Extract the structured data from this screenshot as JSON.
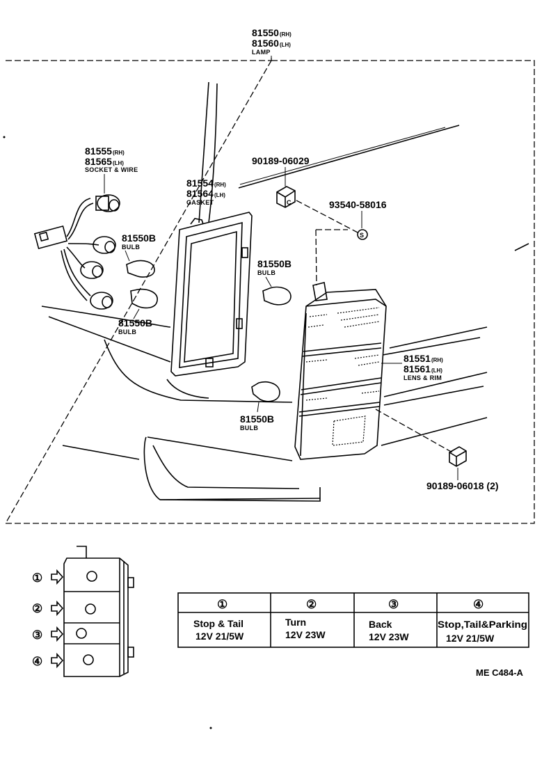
{
  "parts": {
    "lamp": {
      "number_rh": "81550",
      "suffix_rh": "(RH)",
      "number_lh": "81560",
      "suffix_lh": "(LH)",
      "name": "LAMP"
    },
    "socket_wire": {
      "number_rh": "81555",
      "suffix_rh": "(RH)",
      "number_lh": "81565",
      "suffix_lh": "(LH)",
      "name": "SOCKET & WIRE"
    },
    "gasket": {
      "number_rh": "81554",
      "suffix_rh": "(RH)",
      "number_lh": "81564",
      "suffix_lh": "(LH)",
      "name": "GASKET"
    },
    "screw_top": {
      "number": "90189-06029"
    },
    "screw_s": {
      "number": "93540-58016"
    },
    "bulb_a": {
      "number": "81550B",
      "name": "BULB"
    },
    "bulb_b": {
      "number": "81550B",
      "name": "BULB"
    },
    "bulb_c": {
      "number": "81550B",
      "name": "BULB"
    },
    "bulb_d": {
      "number": "81550B",
      "name": "BULB"
    },
    "lens_rim": {
      "number_rh": "81551",
      "suffix_rh": "(RH)",
      "number_lh": "81561",
      "suffix_lh": "(LH)",
      "name": "LENS & RIM"
    },
    "screw_bottom": {
      "number": "90189-06018 (2)"
    }
  },
  "markers": {
    "c": "C",
    "s": "S"
  },
  "position_legend": [
    "①",
    "②",
    "③",
    "④"
  ],
  "bulb_table": {
    "headers": [
      "①",
      "②",
      "③",
      "④"
    ],
    "rows": [
      {
        "use": "Stop & Tail",
        "spec": "12V 21/5W"
      },
      {
        "use": "Turn",
        "spec": "12V 23W"
      },
      {
        "use": "Back",
        "spec": "12V 23W"
      },
      {
        "use": "Stop,Tail&Parking",
        "spec": "12V 21/5W"
      }
    ]
  },
  "drawing_code": "ME C484-A"
}
